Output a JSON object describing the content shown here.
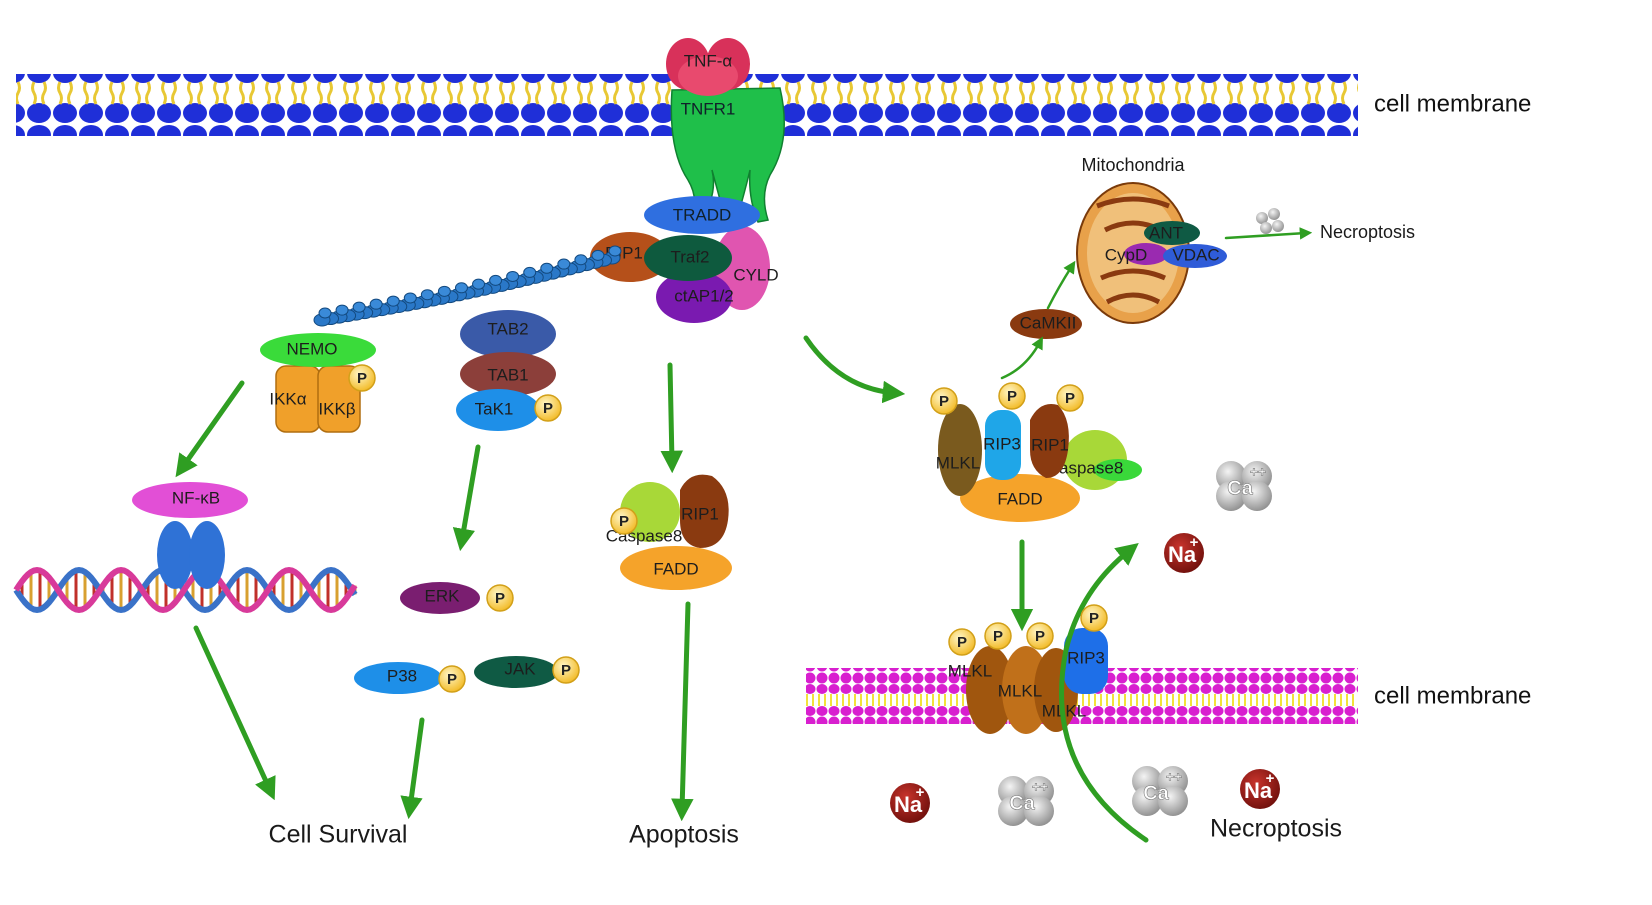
{
  "labels": {
    "tnf_alpha": "TNF-α",
    "tnfr1": "TNFR1",
    "cell_membrane_top": "cell membrane",
    "cell_membrane_bottom": "cell membrane",
    "tradd": "TRADD",
    "rip1": "RIP1",
    "traf2": "Traf2",
    "cyld": "CYLD",
    "ctap": "ctAP1/2",
    "nemo": "NEMO",
    "ikk_alpha": "IKKα",
    "ikk_beta": "IKKβ",
    "tab2": "TAB2",
    "tab1": "TAB1",
    "tak1": "TaK1",
    "nfkb": "NF-κB",
    "erk": "ERK",
    "p38": "P38",
    "jak": "JAK",
    "caspase8_apop": "Caspase8",
    "rip1_apop": "RIP1",
    "fadd_apop": "FADD",
    "mitochondria": "Mitochondria",
    "ant": "ANT",
    "cypd": "CypD",
    "vdac": "VDAC",
    "camkii": "CaMKII",
    "necroptosis_mito": "Necroptosis",
    "mlkl_complex": "MLKL",
    "rip3_complex": "RIP3",
    "rip1_complex": "RIP1",
    "caspase8_complex": "Caspase8",
    "fadd_complex": "FADD",
    "mlkl_1": "MLKL",
    "mlkl_2": "MLKL",
    "mlkl_3": "MLKL",
    "rip3_membrane": "RIP3",
    "cell_survival": "Cell Survival",
    "apoptosis": "Apoptosis",
    "necroptosis_bottom": "Necroptosis",
    "phospho": "P",
    "ion_na": "Na",
    "ion_ca": "Ca",
    "charge_plus": "+",
    "charge_double_plus": "++"
  }
}
